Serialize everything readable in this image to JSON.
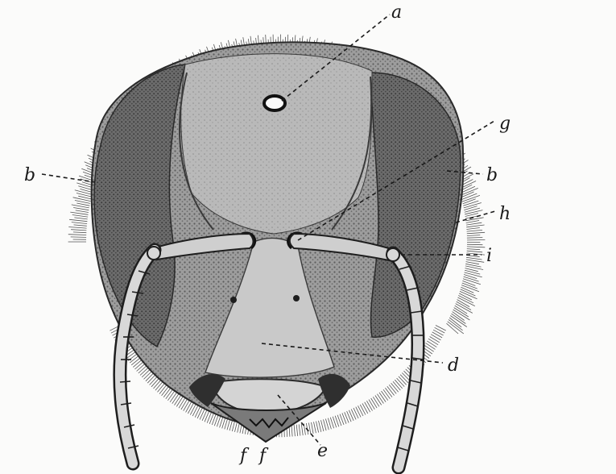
{
  "figure": {
    "labels": {
      "a": "a",
      "b_left": "b",
      "b_right": "b",
      "g": "g",
      "h": "h",
      "i": "i",
      "d": "d",
      "e": "e",
      "f": "f",
      "f2": "f"
    },
    "colors": {
      "ink": "#1a1a1a",
      "paper": "#fbfbfa",
      "shade": "#8a8a8a"
    }
  }
}
